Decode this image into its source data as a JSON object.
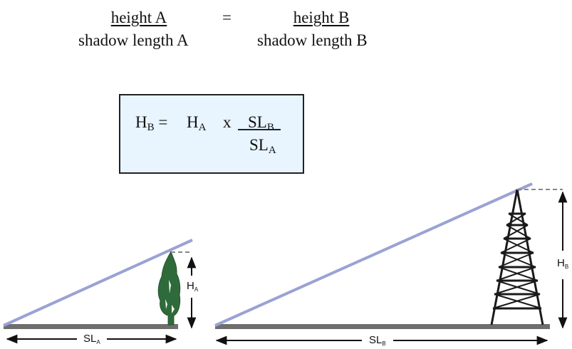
{
  "ratio": {
    "left_numerator": "height A",
    "left_denominator": "shadow length A",
    "equals": "=",
    "right_numerator": "height B",
    "right_denominator": "shadow length B"
  },
  "formula": {
    "lhs_main": "H",
    "lhs_sub": "B",
    "equals": "=",
    "term_main": "H",
    "term_sub": "A",
    "times": "x",
    "num_main": "SL",
    "num_sub": "B",
    "den_main": "SL",
    "den_sub": "A",
    "answer_blank": ""
  },
  "diagram": {
    "sun_ray_color": "#9aa2d4",
    "ground_color": "#6e6e6e",
    "tree_color": "#2f6b3a",
    "scene_a": {
      "object": "tree",
      "height_label_main": "H",
      "height_label_sub": "A",
      "shadow_label_main": "SL",
      "shadow_label_sub": "A"
    },
    "scene_b": {
      "object": "tower",
      "height_label_main": "H",
      "height_label_sub": "B",
      "shadow_label_main": "SL",
      "shadow_label_sub": "B"
    }
  }
}
